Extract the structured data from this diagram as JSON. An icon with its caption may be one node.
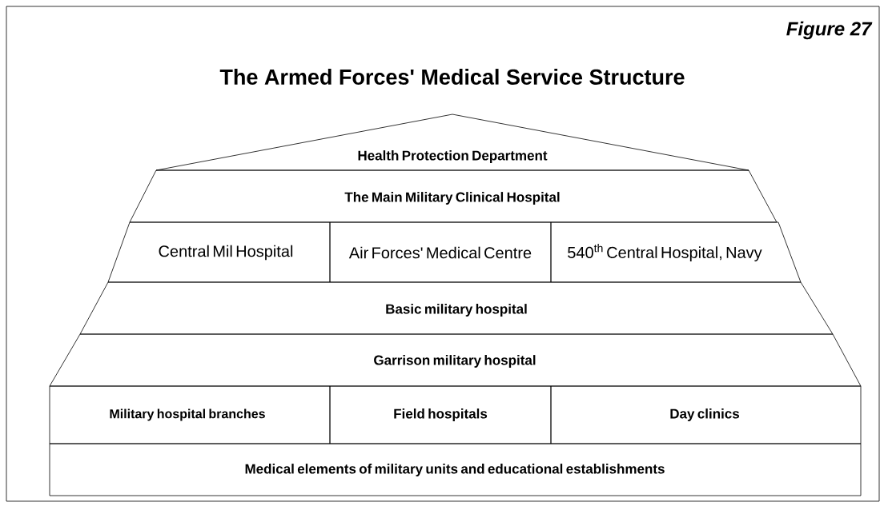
{
  "diagram": {
    "title": "The Armed Forces' Medical Service Structure",
    "nodes": [
      {
        "text": [
          "Health Protection Department"
        ]
      },
      {
        "text": [
          "The Main Military Clinical Hospital"
        ]
      },
      {
        "text": [
          "Central Mil Hospital"
        ]
      },
      {
        "text": [
          "Air Forces' Medical Centre"
        ]
      },
      {
        "text": [
          "540$^{th}$ Central Hospital, Navy"
        ]
      },
      {
        "text": [
          "Basic military hospital"
        ]
      },
      {
        "text": [
          "Garrison military hospital"
        ]
      },
      {
        "text": [
          "Military hospital branches"
        ]
      },
      {
        "text": [
          "Field hospitals"
        ]
      },
      {
        "text": [
          "Day clinics"
        ]
      },
      {
        "text": [
          "Medical elements of military units and educational establishments"
        ]
      }
    ],
    "labels": [
      "Figure 27"
    ]
  }
}
